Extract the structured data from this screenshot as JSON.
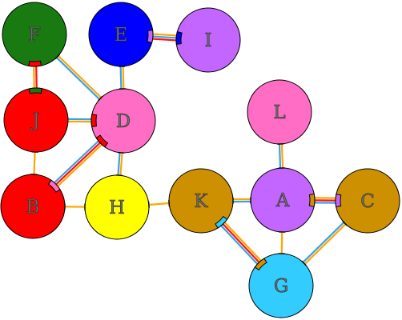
{
  "colors": {
    "orange": "#ffa500",
    "blue": "#3aa0e8",
    "red": "#ff1010",
    "outline": "#000000"
  },
  "nodes": [
    {
      "id": "F",
      "label": "F",
      "fill": "#1a7a12"
    },
    {
      "id": "E",
      "label": "E",
      "fill": "#0000ff"
    },
    {
      "id": "I",
      "label": "I",
      "fill": "#c266ff"
    },
    {
      "id": "J",
      "label": "J",
      "fill": "#ff0000"
    },
    {
      "id": "D",
      "label": "D",
      "fill": "#ff6ec4"
    },
    {
      "id": "L",
      "label": "L",
      "fill": "#ff6ec4"
    },
    {
      "id": "B",
      "label": "B",
      "fill": "#ff0000"
    },
    {
      "id": "H",
      "label": "H",
      "fill": "#ffff00"
    },
    {
      "id": "K",
      "label": "K",
      "fill": "#cc9000"
    },
    {
      "id": "A",
      "label": "A",
      "fill": "#c266ff"
    },
    {
      "id": "C",
      "label": "C",
      "fill": "#cc9000"
    },
    {
      "id": "G",
      "label": "G",
      "fill": "#33ccff"
    }
  ],
  "edges": [
    {
      "from": "F",
      "to": "J",
      "lines": [
        "red",
        "orange"
      ],
      "ports": {
        "from": "#ff0000",
        "to": "#1a7a12"
      }
    },
    {
      "from": "F",
      "to": "D",
      "lines": [
        "orange",
        "blue"
      ],
      "ports": {}
    },
    {
      "from": "E",
      "to": "I",
      "lines": [
        "orange",
        "blue",
        "red"
      ],
      "ports": {
        "from": "#c266ff",
        "to": "#0000ff"
      }
    },
    {
      "from": "E",
      "to": "D",
      "lines": [
        "orange",
        "blue"
      ],
      "ports": {}
    },
    {
      "from": "J",
      "to": "D",
      "lines": [
        "blue",
        "orange"
      ],
      "ports": {
        "to": "#ff0000"
      }
    },
    {
      "from": "J",
      "to": "B",
      "lines": [
        "orange"
      ],
      "ports": {}
    },
    {
      "from": "D",
      "to": "B",
      "lines": [
        "orange",
        "red",
        "blue"
      ],
      "ports": {
        "from": "#ff0000",
        "to": "#ff6ec4"
      }
    },
    {
      "from": "D",
      "to": "H",
      "lines": [
        "orange",
        "blue"
      ],
      "ports": {}
    },
    {
      "from": "B",
      "to": "H",
      "lines": [
        "orange"
      ],
      "ports": {}
    },
    {
      "from": "H",
      "to": "K",
      "lines": [
        "orange"
      ],
      "ports": {}
    },
    {
      "from": "K",
      "to": "A",
      "lines": [
        "orange",
        "blue"
      ],
      "ports": {}
    },
    {
      "from": "L",
      "to": "A",
      "lines": [
        "orange",
        "blue"
      ],
      "ports": {}
    },
    {
      "from": "A",
      "to": "C",
      "lines": [
        "orange",
        "red",
        "blue"
      ],
      "ports": {
        "from": "#cc9000",
        "to": "#c266ff"
      }
    },
    {
      "from": "A",
      "to": "G",
      "lines": [
        "orange"
      ],
      "ports": {}
    },
    {
      "from": "K",
      "to": "G",
      "lines": [
        "orange",
        "red",
        "blue"
      ],
      "ports": {
        "from": "#33ccff",
        "to": "#cc9000"
      }
    },
    {
      "from": "C",
      "to": "G",
      "lines": [
        "orange",
        "blue"
      ],
      "ports": {}
    }
  ]
}
